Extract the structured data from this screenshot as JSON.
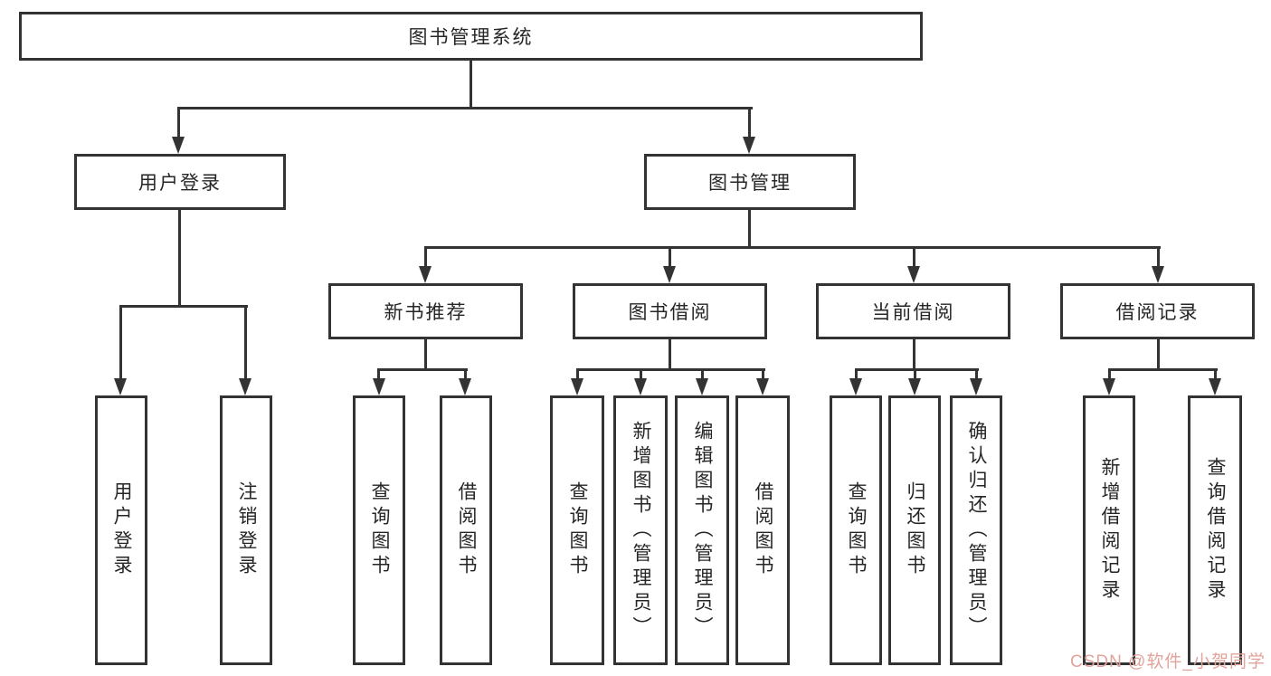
{
  "colors": {
    "line": "#333333",
    "text": "#262626",
    "watermark": "#e2a39c",
    "background": "#ffffff"
  },
  "watermark": {
    "text": "CSDN @软件_小贺同学"
  },
  "tree": {
    "root": {
      "label": "图书管理系统",
      "children": [
        {
          "label": "用户登录",
          "children": [
            {
              "label": "用户登录"
            },
            {
              "label": "注销登录"
            }
          ]
        },
        {
          "label": "图书管理",
          "children": [
            {
              "label": "新书推荐",
              "children": [
                {
                  "label": "查询图书"
                },
                {
                  "label": "借阅图书"
                }
              ]
            },
            {
              "label": "图书借阅",
              "children": [
                {
                  "label": "查询图书"
                },
                {
                  "label": "新增图书（管理员）"
                },
                {
                  "label": "编辑图书（管理员）"
                },
                {
                  "label": "借阅图书"
                }
              ]
            },
            {
              "label": "当前借阅",
              "children": [
                {
                  "label": "查询图书"
                },
                {
                  "label": "归还图书"
                },
                {
                  "label": "确认归还（管理员）"
                }
              ]
            },
            {
              "label": "借阅记录",
              "children": [
                {
                  "label": "新增借阅记录"
                },
                {
                  "label": "查询借阅记录"
                }
              ]
            }
          ]
        }
      ]
    }
  }
}
